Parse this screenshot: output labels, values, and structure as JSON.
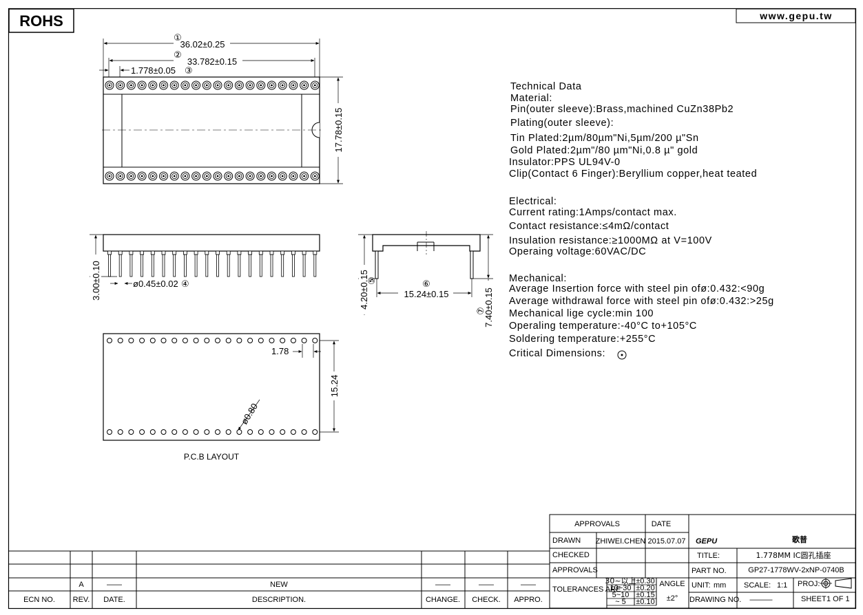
{
  "header": {
    "rohs_label": "ROHS",
    "website": "www.gepu.tw"
  },
  "top_view": {
    "dim1_mark": "①",
    "dim1": "36.02±0.25",
    "dim2_mark": "②",
    "dim2": "33.782±0.15",
    "dim3": "1.778±0.05",
    "dim3_mark": "③",
    "width_dim": "17.78±0.15"
  },
  "side_view": {
    "height_dim": "3.00±0.10",
    "pin_dim": "ø0.45±0.02",
    "pin_mark": "④"
  },
  "end_view": {
    "height_dim": "4.20±0.15",
    "height_mark": "⑤",
    "row_dim_mark": "⑥",
    "row_dim": "15.24±0.15",
    "total_dim": "7.40±0.15",
    "total_mark": "⑦"
  },
  "pcb_layout": {
    "pitch": "1.78",
    "row_spacing": "15.24",
    "hole_dia": "ø0.80",
    "caption": "P.C.B LAYOUT"
  },
  "tech_data": {
    "l1": "Technical Data",
    "l2": "Material:",
    "l3": "Pin(outer sleeve):Brass,machined CuZn38Pb2",
    "l4": "Plating(outer sleeve):",
    "l5": "Tin Plated:2µm/80µm\"Ni,5µm/200 µ\"Sn",
    "l6": "Gold Plated:2µm\"/80 µm\"Ni,0.8 µ\" gold",
    "l7": "Insulator:PPS UL94V-0",
    "l8": "Clip(Contact 6 Finger):Beryllium copper,heat teated",
    "l9": "Electrical:",
    "l10": "Current rating:1Amps/contact max.",
    "l11": "Contact resistance:≤4mΩ/contact",
    "l12": "Insulation resistance:≥1000MΩ at V=100V",
    "l13": "Operaing voltage:60VAC/DC",
    "l14": "Mechanical:",
    "l15": "Average Insertion force with steel pin ofø:0.432:<90g",
    "l16": "Average withdrawal force with steel pin ofø:0.432:>25g",
    "l17": "Mechanical lige cycle:min 100",
    "l18": "Operaling temperature:-40°C   to+105°C",
    "l19": "Soldering temperature:+255°C",
    "l20": "Critical Dimensions:"
  },
  "revision_block": {
    "rev": "A",
    "date_dash": "——",
    "description": "NEW",
    "change": "——",
    "check": "——",
    "appro": "——",
    "h_ecn": "ECN NO.",
    "h_rev": "REV.",
    "h_date": "DATE.",
    "h_desc": "DESCRIPTION.",
    "h_change": "CHANGE.",
    "h_check": "CHECK.",
    "h_appro": "APPRO."
  },
  "title_block": {
    "approvals_header": "APPROVALS",
    "date_header": "DATE",
    "drawn_label": "DRAWN",
    "drawn_by": "ZHIWEI.CHEN",
    "drawn_date": "2015.07.07",
    "checked_label": "CHECKED",
    "approvals_label": "APPROVALS",
    "tolerances_label": "TOLERANCES ARE",
    "tol_r1": "30~以上",
    "tol_r2": "10~30",
    "tol_r3": "5~10",
    "tol_r4": "~ 5",
    "tol_v1": "±0.30",
    "tol_v2": "±0.20",
    "tol_v3": "±0.15",
    "tol_v4": "±0.10",
    "angle_label": "ANGLE",
    "angle_value": "±2°",
    "brand": "GEPU",
    "brand_cn": "歌普",
    "title_label": "TITLE:",
    "title_value": "1.778MM  IC圆孔插座",
    "part_label": "PART NO.",
    "part_value": "GP27-1778WV-2xNP-0740B",
    "unit_label": "UNIT:",
    "unit_value": "mm",
    "scale_label": "SCALE:",
    "scale_value": "1:1",
    "proj_label": "PROJ:",
    "drawing_label": "DRAWING NO.",
    "drawing_value": "———",
    "sheet_label": "SHEET",
    "sheet_value": "1 OF 1"
  }
}
